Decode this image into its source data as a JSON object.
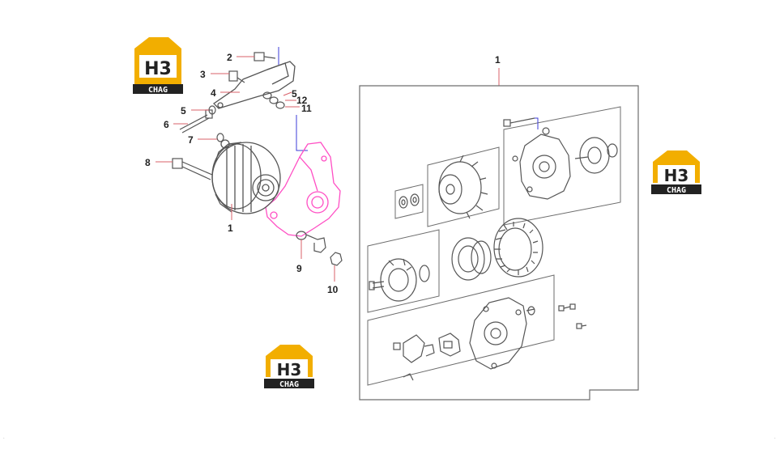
{
  "colors": {
    "line": "#6d6d6d",
    "part": "#555555",
    "leader": "#d9606a",
    "callout": "#3b3bd8",
    "bracket": "#ff4fc4",
    "logo_gold": "#f2ae00",
    "logo_dark": "#222222",
    "text": "#222222"
  },
  "logos": [
    {
      "top": "H3",
      "bottom": "CHAG"
    },
    {
      "top": "H3",
      "bottom": "CHAG"
    },
    {
      "top": "H3",
      "bottom": "CHAG"
    }
  ],
  "labels": {
    "p1_left": "1",
    "p1_right": "1",
    "p2": "2",
    "p3": "3",
    "p4": "4",
    "p5a": "5",
    "p5b": "5",
    "p6": "6",
    "p7": "7",
    "p8": "8",
    "p9": "9",
    "p10": "10",
    "p11": "11",
    "p12": "12"
  }
}
